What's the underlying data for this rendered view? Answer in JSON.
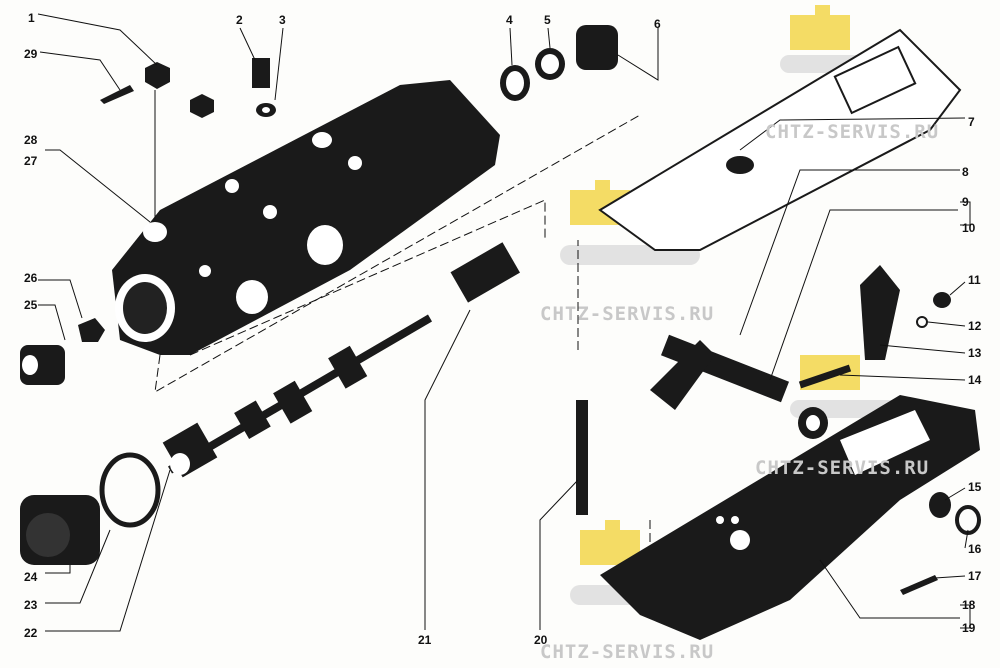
{
  "diagram": {
    "type": "exploded parts diagram",
    "callouts": [
      "1",
      "2",
      "3",
      "4",
      "5",
      "6",
      "7",
      "8",
      "9",
      "10",
      "11",
      "12",
      "13",
      "14",
      "15",
      "16",
      "17",
      "18",
      "19",
      "20",
      "21",
      "22",
      "23",
      "24",
      "25",
      "26",
      "27",
      "28",
      "29"
    ]
  },
  "watermark": {
    "text": "CHTZ-SERVIS.RU",
    "color": "#f3d64a"
  }
}
